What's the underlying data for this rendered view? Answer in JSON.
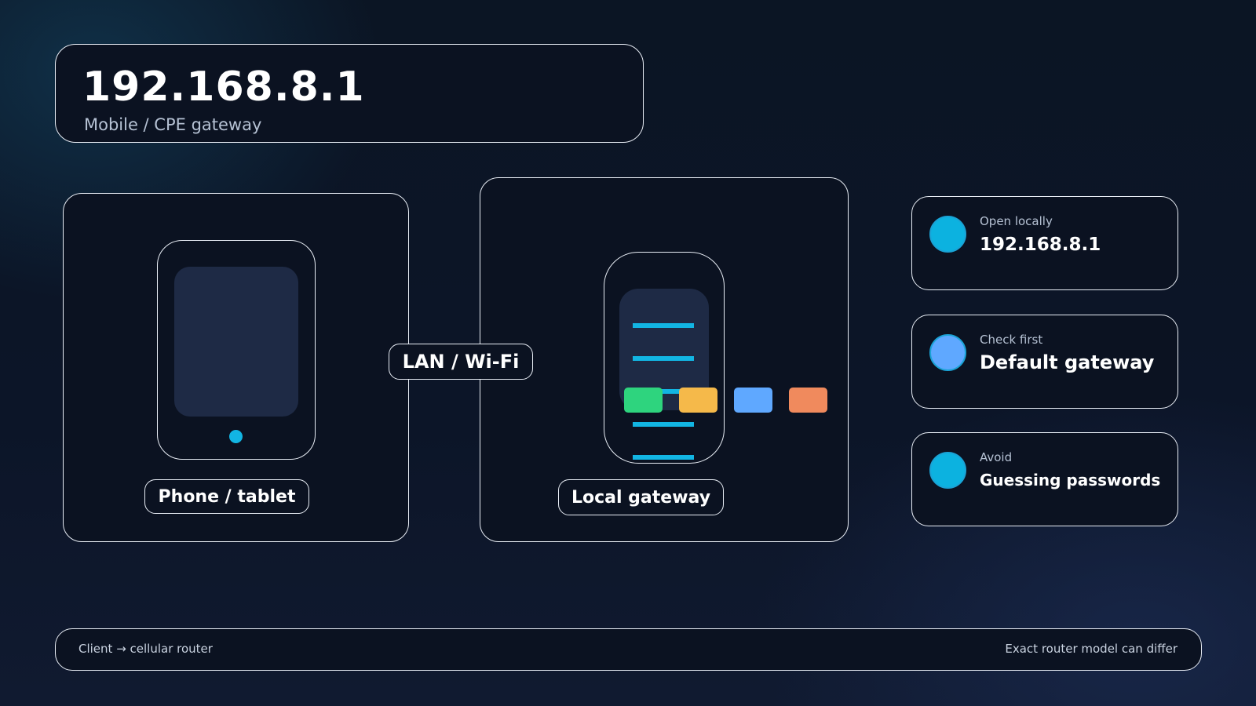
{
  "header": {
    "ip": "192.168.8.1",
    "subtitle": "Mobile / CPE gateway"
  },
  "diagram": {
    "client_label": "Phone / tablet",
    "link_label": "LAN / Wi-Fi",
    "gateway_label": "Local gateway",
    "accent_color": "#12b5e3",
    "status_lights": [
      "#2ed47e",
      "#f5b94a",
      "#5fa8ff",
      "#f08a5d"
    ]
  },
  "info_cards": [
    {
      "label": "Open locally",
      "value": "192.168.8.1",
      "color": "#0cb2e0"
    },
    {
      "label": "Check first",
      "value": "Default gateway",
      "color": "#5fa8ff"
    },
    {
      "label": "Avoid",
      "value": "Guessing passwords",
      "color": "#0cb2e0"
    }
  ],
  "footer": {
    "left": "Client → cellular router",
    "right": "Exact router model can differ"
  }
}
